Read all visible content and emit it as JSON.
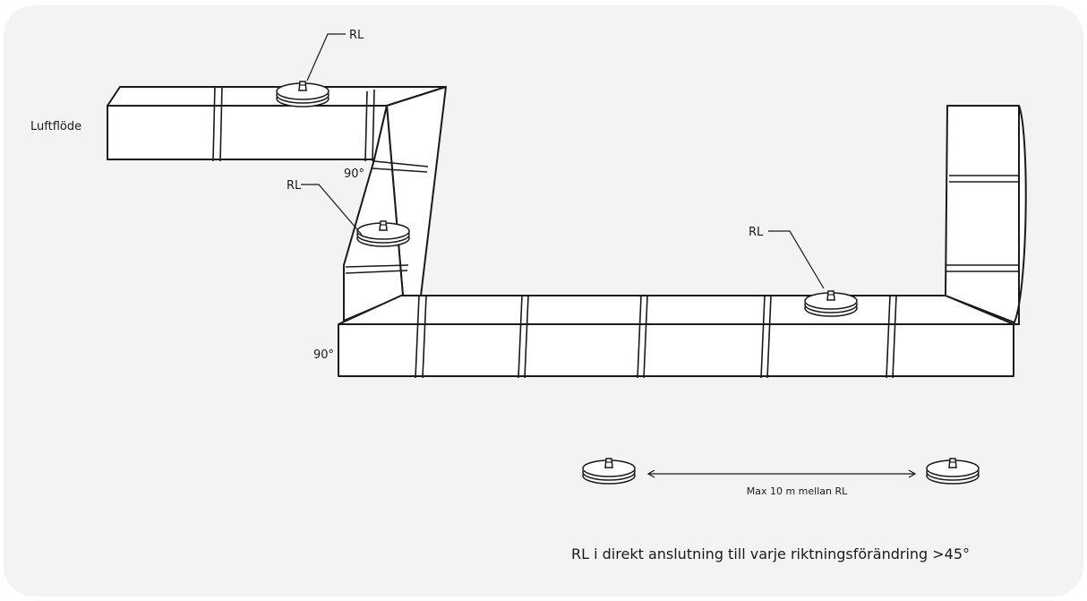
{
  "labels": {
    "airflow": "Luftflöde",
    "rl": "RL",
    "angle": "90°",
    "distance": "Max 10 m mellan RL",
    "caption": "RL i direkt anslutning till varje riktningsförändring >45°"
  },
  "colors": {
    "background": "#f3f3f3",
    "line": "#1a1a1a",
    "duct_fill": "#ffffff"
  }
}
